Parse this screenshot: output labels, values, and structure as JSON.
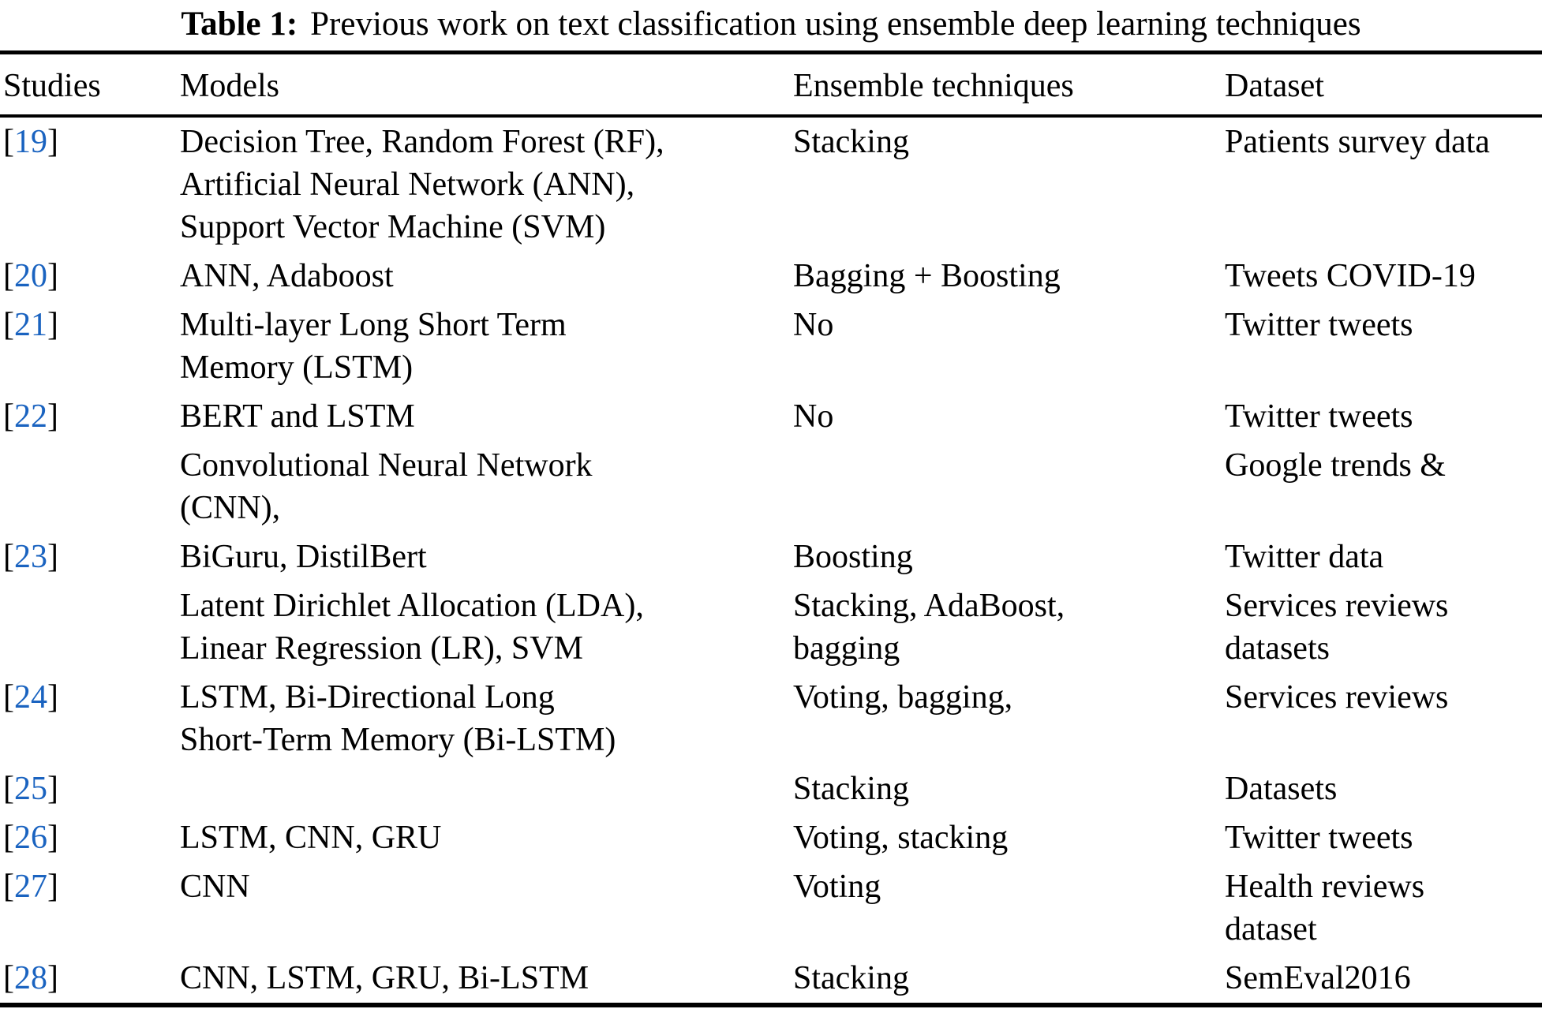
{
  "caption": {
    "label": "Table 1:",
    "text": "Previous work on text classification using ensemble deep learning techniques"
  },
  "table": {
    "citation_color": "#1a63c0",
    "columns": [
      "Studies",
      "Models",
      "Ensemble techniques",
      "Dataset"
    ],
    "rows": [
      {
        "study": "19",
        "models": [
          "Decision Tree, Random Forest (RF),",
          "Artificial Neural Network (ANN),",
          "Support Vector Machine (SVM)"
        ],
        "ensemble": [
          "Stacking"
        ],
        "dataset": [
          "Patients survey data"
        ]
      },
      {
        "study": "20",
        "models": [
          "ANN, Adaboost"
        ],
        "ensemble": [
          "Bagging + Boosting"
        ],
        "dataset": [
          "Tweets COVID-19"
        ]
      },
      {
        "study": "21",
        "models": [
          "Multi-layer Long Short Term",
          "Memory (LSTM)"
        ],
        "ensemble": [
          "No"
        ],
        "dataset": [
          "Twitter tweets"
        ]
      },
      {
        "study": "22",
        "models": [
          "BERT and LSTM"
        ],
        "ensemble": [
          "No"
        ],
        "dataset": [
          "Twitter tweets"
        ]
      },
      {
        "study": "",
        "models": [
          "Convolutional Neural Network",
          "(CNN),"
        ],
        "ensemble": [],
        "dataset": [
          "Google trends &"
        ]
      },
      {
        "study": "23",
        "models": [
          "BiGuru, DistilBert"
        ],
        "ensemble": [
          "Boosting"
        ],
        "dataset": [
          "Twitter data"
        ]
      },
      {
        "study": "",
        "models": [
          "Latent Dirichlet Allocation (LDA),",
          "Linear Regression (LR), SVM"
        ],
        "ensemble": [
          "Stacking, AdaBoost,",
          "bagging"
        ],
        "dataset": [
          "Services reviews",
          "datasets"
        ]
      },
      {
        "study": "24",
        "models": [
          "LSTM, Bi-Directional Long",
          "Short-Term Memory (Bi-LSTM)"
        ],
        "ensemble": [
          "Voting, bagging,"
        ],
        "dataset": [
          "Services reviews"
        ]
      },
      {
        "study": "25",
        "models": [],
        "ensemble": [
          "Stacking"
        ],
        "dataset": [
          "Datasets"
        ]
      },
      {
        "study": "26",
        "models": [
          "LSTM, CNN, GRU"
        ],
        "ensemble": [
          "Voting, stacking"
        ],
        "dataset": [
          "Twitter tweets"
        ]
      },
      {
        "study": "27",
        "models": [
          "CNN"
        ],
        "ensemble": [
          "Voting"
        ],
        "dataset": [
          "Health reviews",
          "dataset"
        ]
      },
      {
        "study": "28",
        "models": [
          "CNN, LSTM, GRU, Bi-LSTM"
        ],
        "ensemble": [
          "Stacking"
        ],
        "dataset": [
          "SemEval2016"
        ]
      }
    ]
  }
}
